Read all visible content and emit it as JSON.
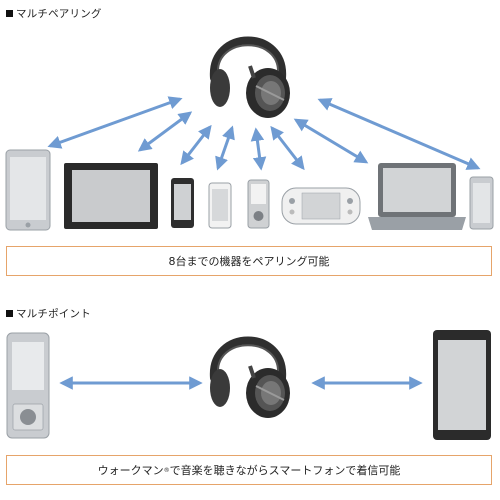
{
  "multipairing": {
    "title": "マルチペアリング",
    "caption": "8台までの機器をペアリング可能"
  },
  "multipoint": {
    "title": "マルチポイント",
    "caption_before": "ウォークマン",
    "caption_reg": "®",
    "caption_after": "で音楽を聴きながらスマートフォンで着信可能"
  },
  "icons": {
    "section_marker": "black-square-icon",
    "headphones": "headphones-icon",
    "arrow": "double-arrow-icon",
    "tablet": "tablet-icon",
    "photo_frame": "photo-frame-icon",
    "smartphone": "smartphone-icon",
    "walkman": "walkman-icon",
    "game": "handheld-game-icon",
    "laptop": "laptop-icon"
  },
  "colors": {
    "arrow": "#6f9bd2",
    "caption_border": "#e6a46a",
    "device_gray": "#9aa0a6",
    "screen": "#d8dadc",
    "headphone_dark": "#2f2f2f"
  }
}
